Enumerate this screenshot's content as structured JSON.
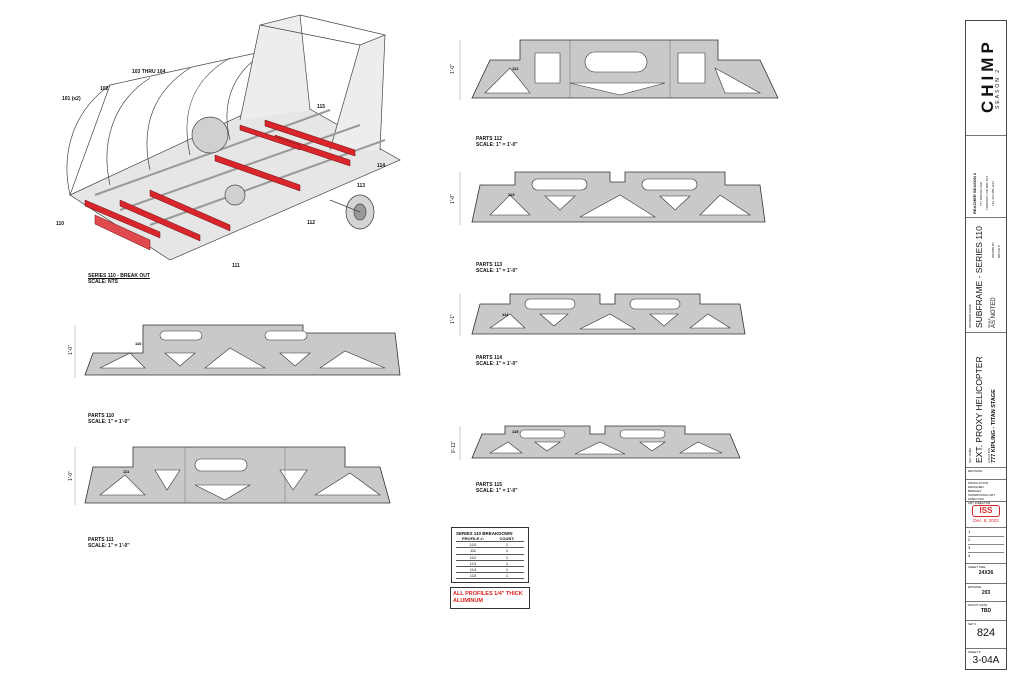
{
  "colors": {
    "panel": "#c9c9c9",
    "outline": "#333333",
    "red": "#d9262c",
    "frame": "#d7d7d7"
  },
  "iso": {
    "caption": "SERIES 110 - BREAK OUT",
    "scale": "SCALE: NTS",
    "callouts": [
      "101 (x2)",
      "102",
      "103 THRU 104",
      "115",
      "114",
      "113",
      "112",
      "111",
      "110"
    ]
  },
  "profiles": [
    {
      "id": "110",
      "tag": "110",
      "dim": "1'-0\"",
      "caption": "PARTS 110",
      "scale": "SCALE: 1\" = 1'-0\""
    },
    {
      "id": "111",
      "tag": "111",
      "dim": "1'-0\"",
      "caption": "PARTS 111",
      "scale": "SCALE: 1\" = 1'-0\""
    },
    {
      "id": "112",
      "tag": "112",
      "dim": "1'-0\"",
      "caption": "PARTS 112",
      "scale": "SCALE: 1\" = 1'-0\""
    },
    {
      "id": "113",
      "tag": "113",
      "dim": "1'-0\"",
      "caption": "PARTS 113",
      "scale": "SCALE: 1\" = 1'-0\""
    },
    {
      "id": "114",
      "tag": "114",
      "dim": "1'-1\"",
      "caption": "PARTS 114",
      "scale": "SCALE: 1\" = 1'-0\""
    },
    {
      "id": "115",
      "tag": "115",
      "dim": "0'-11\"",
      "caption": "PARTS 115",
      "scale": "SCALE: 1\" = 1'-0\""
    }
  ],
  "breakdown": {
    "title": "SERIES 110 BREAKDOWN",
    "col1": "PROFILE #:",
    "col2": "COUNT:",
    "rows": [
      [
        "110",
        "1"
      ],
      [
        "111",
        "1"
      ],
      [
        "112",
        "1"
      ],
      [
        "113",
        "1"
      ],
      [
        "114",
        "1"
      ],
      [
        "115",
        "1"
      ]
    ]
  },
  "note": "ALL PROFILES 1/4\" THICK ALUMINUM",
  "titleblock": {
    "logo": "CHIMP",
    "logo_sub": "SEASON 2",
    "company_lines": [
      "REACHER SEASON 2",
      "777 KIPLING AVE.",
      "TORONTO, ON M8Z 5Z4",
      "TEL 416-555-1234"
    ],
    "drawing_title_label": "DRAWING NAME",
    "drawing_title": "SUBFRAME - SERIES 110",
    "scale_label": "SCALE",
    "scale_value": "AS NOTED",
    "drawn_by_label": "DRAWN BY",
    "drawn_by": "BRYAN P.",
    "set_name_label": "SET NAME",
    "set_name": "EXT. PROXY HELICOPTER",
    "location_label": "LOCATION",
    "location": "777 KIPLING - TITAN STAGE",
    "revision_label": "REVISION",
    "production_designer_label": "PRODUCTION DESIGNER",
    "production_designer": "BRIDGET",
    "art_director_label": "SUPERVISING ART DIRECTOR",
    "art_director": "ART DIRECTOR",
    "stamp": "ISS",
    "stamp_date": "Dec. 8, 2022",
    "revisions": [
      "1",
      "2",
      "3",
      "4"
    ],
    "sheet_size_label": "SHEET SIZE",
    "sheet_size": "24X36",
    "episode_label": "EPISODE",
    "episode": "203",
    "shoot_date_label": "SHOOT DATE",
    "shoot_date": "TBD",
    "set_no_label": "SET #",
    "set_no": "824",
    "sheet_label": "SHEET #",
    "sheet_no": "3-04A"
  }
}
